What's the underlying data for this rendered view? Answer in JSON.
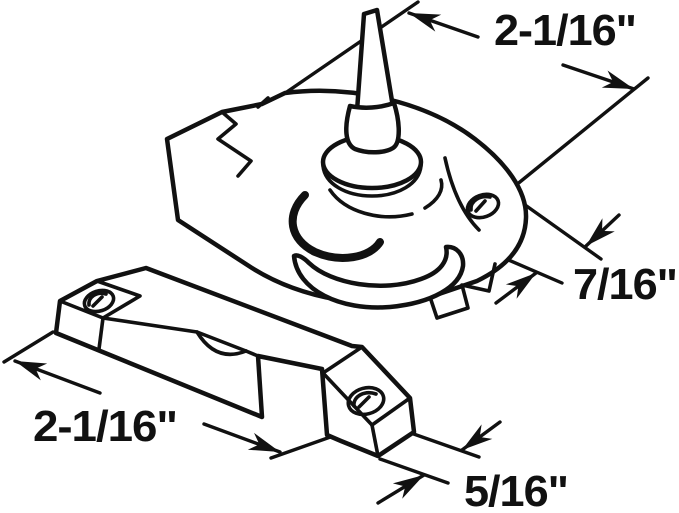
{
  "colors": {
    "background": "#ffffff",
    "line": "#111111"
  },
  "dimensions": {
    "lock_width": "2-1/16\"",
    "lock_edge_thickness": "7/16\"",
    "keeper_length": "2-1/16\"",
    "keeper_base_thickness": "5/16\""
  }
}
